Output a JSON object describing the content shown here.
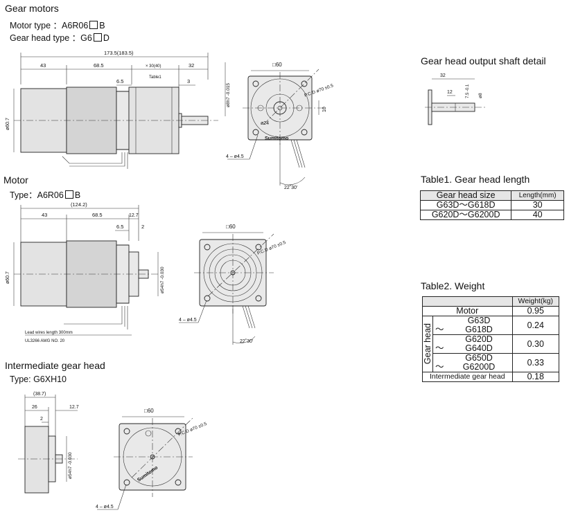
{
  "gear_motors": {
    "title": "Gear motors",
    "motor_type_label": "Motor type",
    "motor_type_prefix": "：A6R06",
    "motor_type_suffix": "B",
    "gear_head_type_label": "Gear head type",
    "gear_head_type_prefix": "：G6",
    "gear_head_type_suffix": "D",
    "dims": {
      "overall": "173.5(183.5)",
      "d43": "43",
      "d68_5": "68.5",
      "x30": "× 30(40)",
      "table1": "Table1",
      "d32": "32",
      "d6_5": "6.5",
      "d3": "3",
      "dia_body": "ø60.7",
      "dia_shaft": "ø8h7 -0.015",
      "square": "□60",
      "pcd": "P.C.D ø70 ±0.5",
      "d24": "ø24",
      "d10": "10",
      "holes": "4 – ø4.5",
      "angle": "22˚30'"
    }
  },
  "shaft_detail": {
    "title": "Gear head output shaft detail",
    "d32": "32",
    "d12": "12",
    "d7_5": "7.5 -0.1",
    "d8": "ø8"
  },
  "motor": {
    "title": "Motor",
    "type_label": "Type",
    "type_prefix": "：A6R06",
    "type_suffix": "B",
    "dims": {
      "overall": "(124.2)",
      "d43": "43",
      "d68_5": "68.5",
      "d12_7": "12.7",
      "d6_5": "6.5",
      "d2": "2",
      "dia_body": "ø60.7",
      "dia_pilot": "ø54h7 -0.030",
      "square": "□60",
      "pcd": "P.C.D ø70 ±0.5",
      "holes": "4 – ø4.5",
      "angle": "22˚30'",
      "lead_note_1": "Lead wires length 300mm",
      "lead_note_2": "UL3266 AWG NO. 20"
    }
  },
  "intermediate": {
    "title": "Intermediate gear head",
    "type_label": "Type:",
    "type_value": "G6XH10",
    "dims": {
      "overall": "(38.7)",
      "d26": "26",
      "d12_7": "12.7",
      "d2": "2",
      "dia_pilot": "ø54h7 -0.030",
      "square": "□60",
      "pcd": "P.C.D ø70 ±0.5",
      "holes": "4 – ø4.5"
    },
    "brand": "Sumitomo"
  },
  "table1": {
    "title": "Table1.  Gear head length",
    "headers": [
      "Gear head size",
      "Length(mm)"
    ],
    "rows": [
      [
        "G63D～G618D",
        "30"
      ],
      [
        "G620D～G6200D",
        "40"
      ]
    ]
  },
  "table2": {
    "title": "Table2.  Weight",
    "header": "Weight(kg)",
    "motor_label": "Motor",
    "motor_value": "0.95",
    "group_label": "Gear head",
    "tilde": "～",
    "rows": [
      {
        "from": "G63D",
        "to": "G618D",
        "value": "0.24"
      },
      {
        "from": "G620D",
        "to": "G640D",
        "value": "0.30"
      },
      {
        "from": "G650D",
        "to": "G6200D",
        "value": "0.33"
      }
    ],
    "intermediate_label": "Intermediate gear head",
    "intermediate_value": "0.18"
  }
}
